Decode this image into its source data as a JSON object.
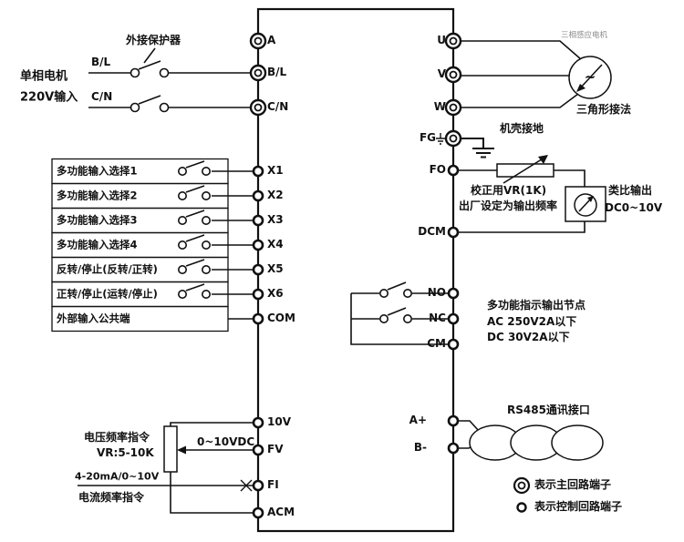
{
  "colors": {
    "ink": "#111111"
  },
  "terminals": {
    "left": [
      "A",
      "B/L",
      "C/N",
      "X1",
      "X2",
      "X3",
      "X4",
      "X5",
      "X6",
      "COM",
      "10V",
      "FV",
      "FI",
      "ACM"
    ],
    "right": [
      "U",
      "V",
      "W",
      "FG",
      "FO",
      "DCM",
      "NO",
      "NC",
      "CM",
      "A+",
      "B-"
    ]
  },
  "input_rows": [
    "多功能输入选择1",
    "多功能输入选择2",
    "多功能输入选择3",
    "多功能输入选择4",
    "反转/停止(反转/正转)",
    "正转/停止(运转/停止)",
    "外部输入公共端"
  ],
  "power": {
    "motor_type": "单相电机",
    "input_label": "220V输入",
    "phase_b": "B/L",
    "phase_c": "C/N",
    "protector": "外接保护器"
  },
  "freq": {
    "voltage_cmd": "电压频率指令",
    "vr": "VR:5-10K",
    "v_range": "0~10VDC",
    "i_range": "4-20mA/0~10V",
    "current_cmd": "电流频率指令"
  },
  "motor": {
    "caption": "三相感应电机",
    "symbol": "~",
    "connection": "三角形接法"
  },
  "ground": {
    "label": "机壳接地"
  },
  "analog": {
    "vr": "校正用VR(1K)",
    "factory": "出厂设定为输出频率",
    "label": "类比输出",
    "range": "DC0~10V"
  },
  "relay": {
    "title": "多功能指示输出节点",
    "ac": "AC 250V2A以下",
    "dc": "DC 30V2A以下"
  },
  "comm": {
    "label": "RS485通讯接口"
  },
  "legend": {
    "main": "表示主回路端子",
    "control": "表示控制回路端子"
  }
}
